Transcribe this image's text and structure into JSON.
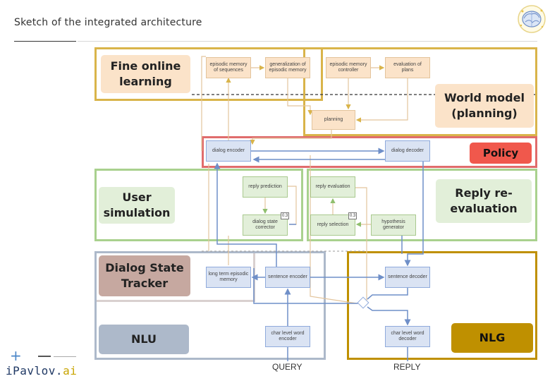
{
  "header": {
    "title": "Sketch of the integrated architecture"
  },
  "brand": {
    "plus": "+",
    "name_main": "iPavlov.",
    "name_suffix": "ai"
  },
  "icons": {
    "logo": "brain-logo-icon"
  },
  "modules": {
    "fine_online_learning": "Fine online learning",
    "world_model": "World model (planning)",
    "policy": "Policy",
    "user_simulation": "User simulation",
    "reply_reevaluation": "Reply re-evaluation",
    "dialog_state_tracker": "Dialog State Tracker",
    "nlu": "NLU",
    "nlg": "NLG"
  },
  "nodes": {
    "episodic_memory_sequences": "episodic memory of sequences",
    "generalization_episodic_memory": "generalization of episodic memory",
    "episodic_memory_controller": "episodic memory controller",
    "evaluation_of_plans": "evaluation of plans",
    "planning": "planning",
    "dialog_encoder": "dialog encoder",
    "dialog_decoder": "dialog decoder",
    "reply_prediction": "reply prediction",
    "reply_evaluation": "reply evaluation",
    "dialog_state_corrector": "dialog state corrector",
    "reply_selection": "reply selection",
    "hypothesis_generator": "hypothesis generator",
    "long_term_episodic_memory": "long term episodic memory",
    "sentence_encoder": "sentence encoder",
    "sentence_decoder": "sentence decoder",
    "char_level_word_encoder": "char level word encoder",
    "char_level_word_decoder": "char level word decoder"
  },
  "badges": {
    "dsc": "0.3",
    "rsel": "0.3"
  },
  "io": {
    "query": "QUERY",
    "reply": "REPLY"
  }
}
